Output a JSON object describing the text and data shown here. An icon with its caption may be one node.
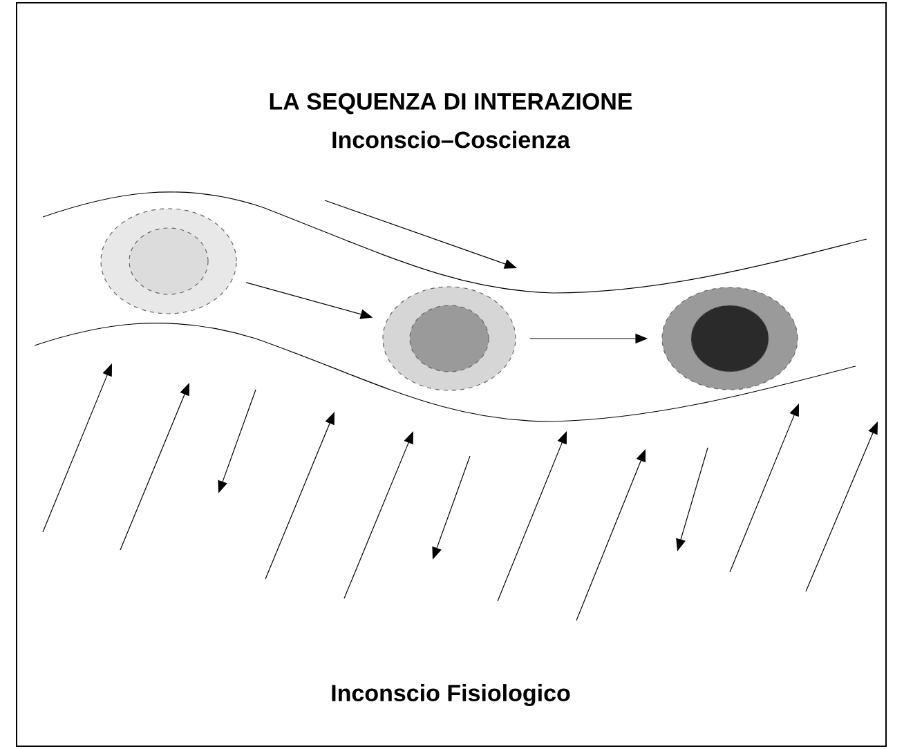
{
  "diagram": {
    "title": "LA SEQUENZA DI INTERAZIONE",
    "nodes": [
      {
        "text": [],
        "shape": "circle"
      },
      {
        "text": [],
        "shape": "circle"
      },
      {
        "text": [],
        "shape": "circle"
      }
    ],
    "edges": [
      {
        "from": 0,
        "to": 1,
        "arrow": "to"
      },
      {
        "from": 1,
        "to": 2,
        "arrow": "to"
      }
    ],
    "labels": [
      "Inconscio–Coscienza",
      "Inconscio Fisiologico"
    ]
  }
}
